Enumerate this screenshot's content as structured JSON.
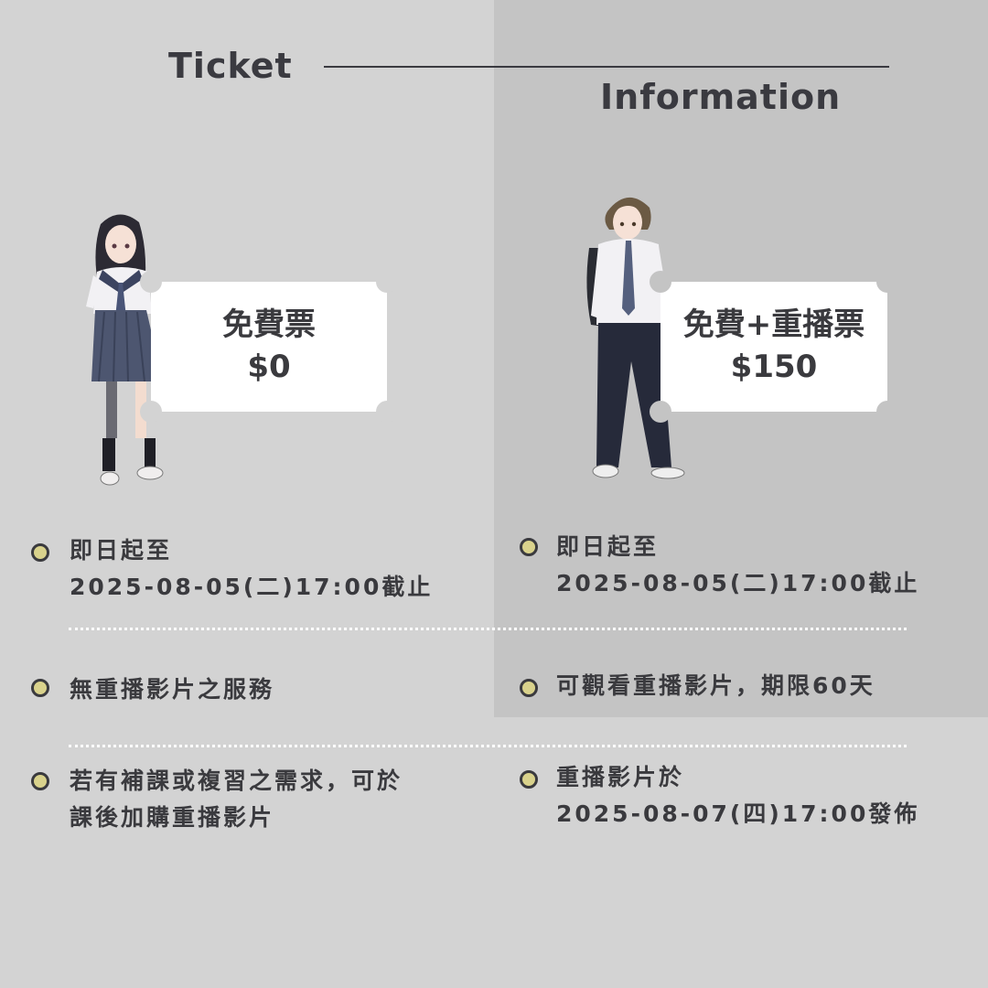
{
  "header": {
    "title_left": "Ticket",
    "title_right": "Information"
  },
  "tickets": {
    "free": {
      "name": "免費票",
      "price": "$0"
    },
    "replay": {
      "name": "免費+重播票",
      "price": "$150"
    }
  },
  "left_items": [
    {
      "line1": "即日起至",
      "line2": "2025-08-05(二)17:00截止"
    },
    {
      "line1": "無重播影片之服務"
    },
    {
      "line1": "若有補課或複習之需求，可於",
      "line2": "課後加購重播影片"
    }
  ],
  "right_items": [
    {
      "line1": "即日起至",
      "line2": "2025-08-05(二)17:00截止"
    },
    {
      "line1": "可觀看重播影片，期限60天"
    },
    {
      "line1": "重播影片於",
      "line2": "2025-08-07(四)17:00發佈"
    }
  ],
  "colors": {
    "background": "#d3d3d3",
    "right_panel": "#c4c4c4",
    "text": "#3a3a3e",
    "bullet_fill": "#d9d28c",
    "ticket": "#ffffff"
  }
}
